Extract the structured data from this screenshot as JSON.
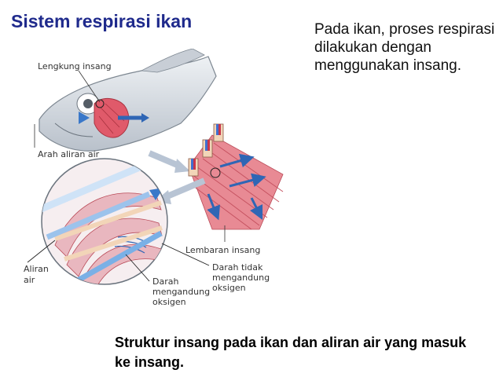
{
  "title": "Sistem respirasi ikan",
  "description": "Pada ikan, proses respirasi dilakukan dengan menggunakan insang.",
  "caption": "Struktur insang pada ikan dan aliran air yang masuk ke insang.",
  "diagram": {
    "labels": {
      "gill_arch": "Lengkung insang",
      "water_flow_direction": "Arah aliran air",
      "gill_filament": "Lembaran insang",
      "water_flow_1": "Aliran",
      "water_flow_2": "air",
      "oxygenated_1": "Darah",
      "oxygenated_2": "mengandung",
      "oxygenated_3": "oksigen",
      "deoxygenated_1": "Darah tidak",
      "deoxygenated_2": "mengandung",
      "deoxygenated_3": "oksigen"
    },
    "colors": {
      "fish_body": "#d8dde3",
      "gill": "#e05a6a",
      "water_arrow": "#3a78c9",
      "filament": "#e88a94",
      "oxygen_blood": "#3f6fd0",
      "deoxy_blood": "#c9354a"
    }
  }
}
